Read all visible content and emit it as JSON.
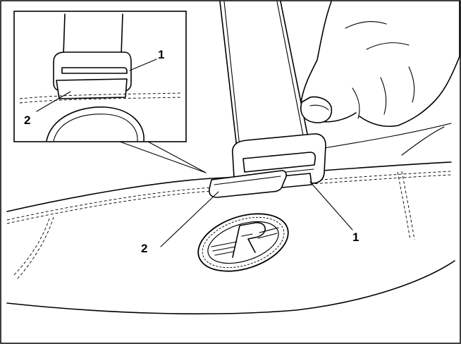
{
  "inset": {
    "callouts": [
      {
        "label": "1"
      },
      {
        "label": "2"
      }
    ]
  },
  "main": {
    "callouts": [
      {
        "label": "1"
      },
      {
        "label": "2"
      }
    ]
  },
  "icons": {
    "logo": "royal-enfield-r-logo-icon"
  }
}
